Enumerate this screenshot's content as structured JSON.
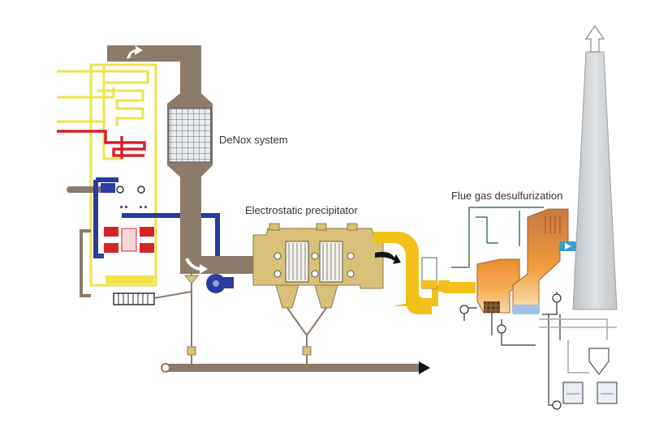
{
  "labels": {
    "denox": "DeNox system",
    "esp": "Electrostatic precipitator",
    "fgd": "Flue gas desulfurization"
  },
  "icons": [
    "flow-arrow-icon",
    "fan-icon",
    "pump-icon",
    "chimney-exhaust-arrow-icon"
  ],
  "colors": {
    "duct": "#8c7a6b",
    "precipitator": "#d9c179",
    "flue_yellow": "#f2c21b",
    "fgd_orange": "#e8913a",
    "steam_blue": "#2a3c9c",
    "hot_red": "#d4242a",
    "water_yellow": "#f1e24a",
    "chimney": "#cfd3d6",
    "green_line": "#3a7a5a",
    "ash_brown": "#6b4a2a"
  }
}
